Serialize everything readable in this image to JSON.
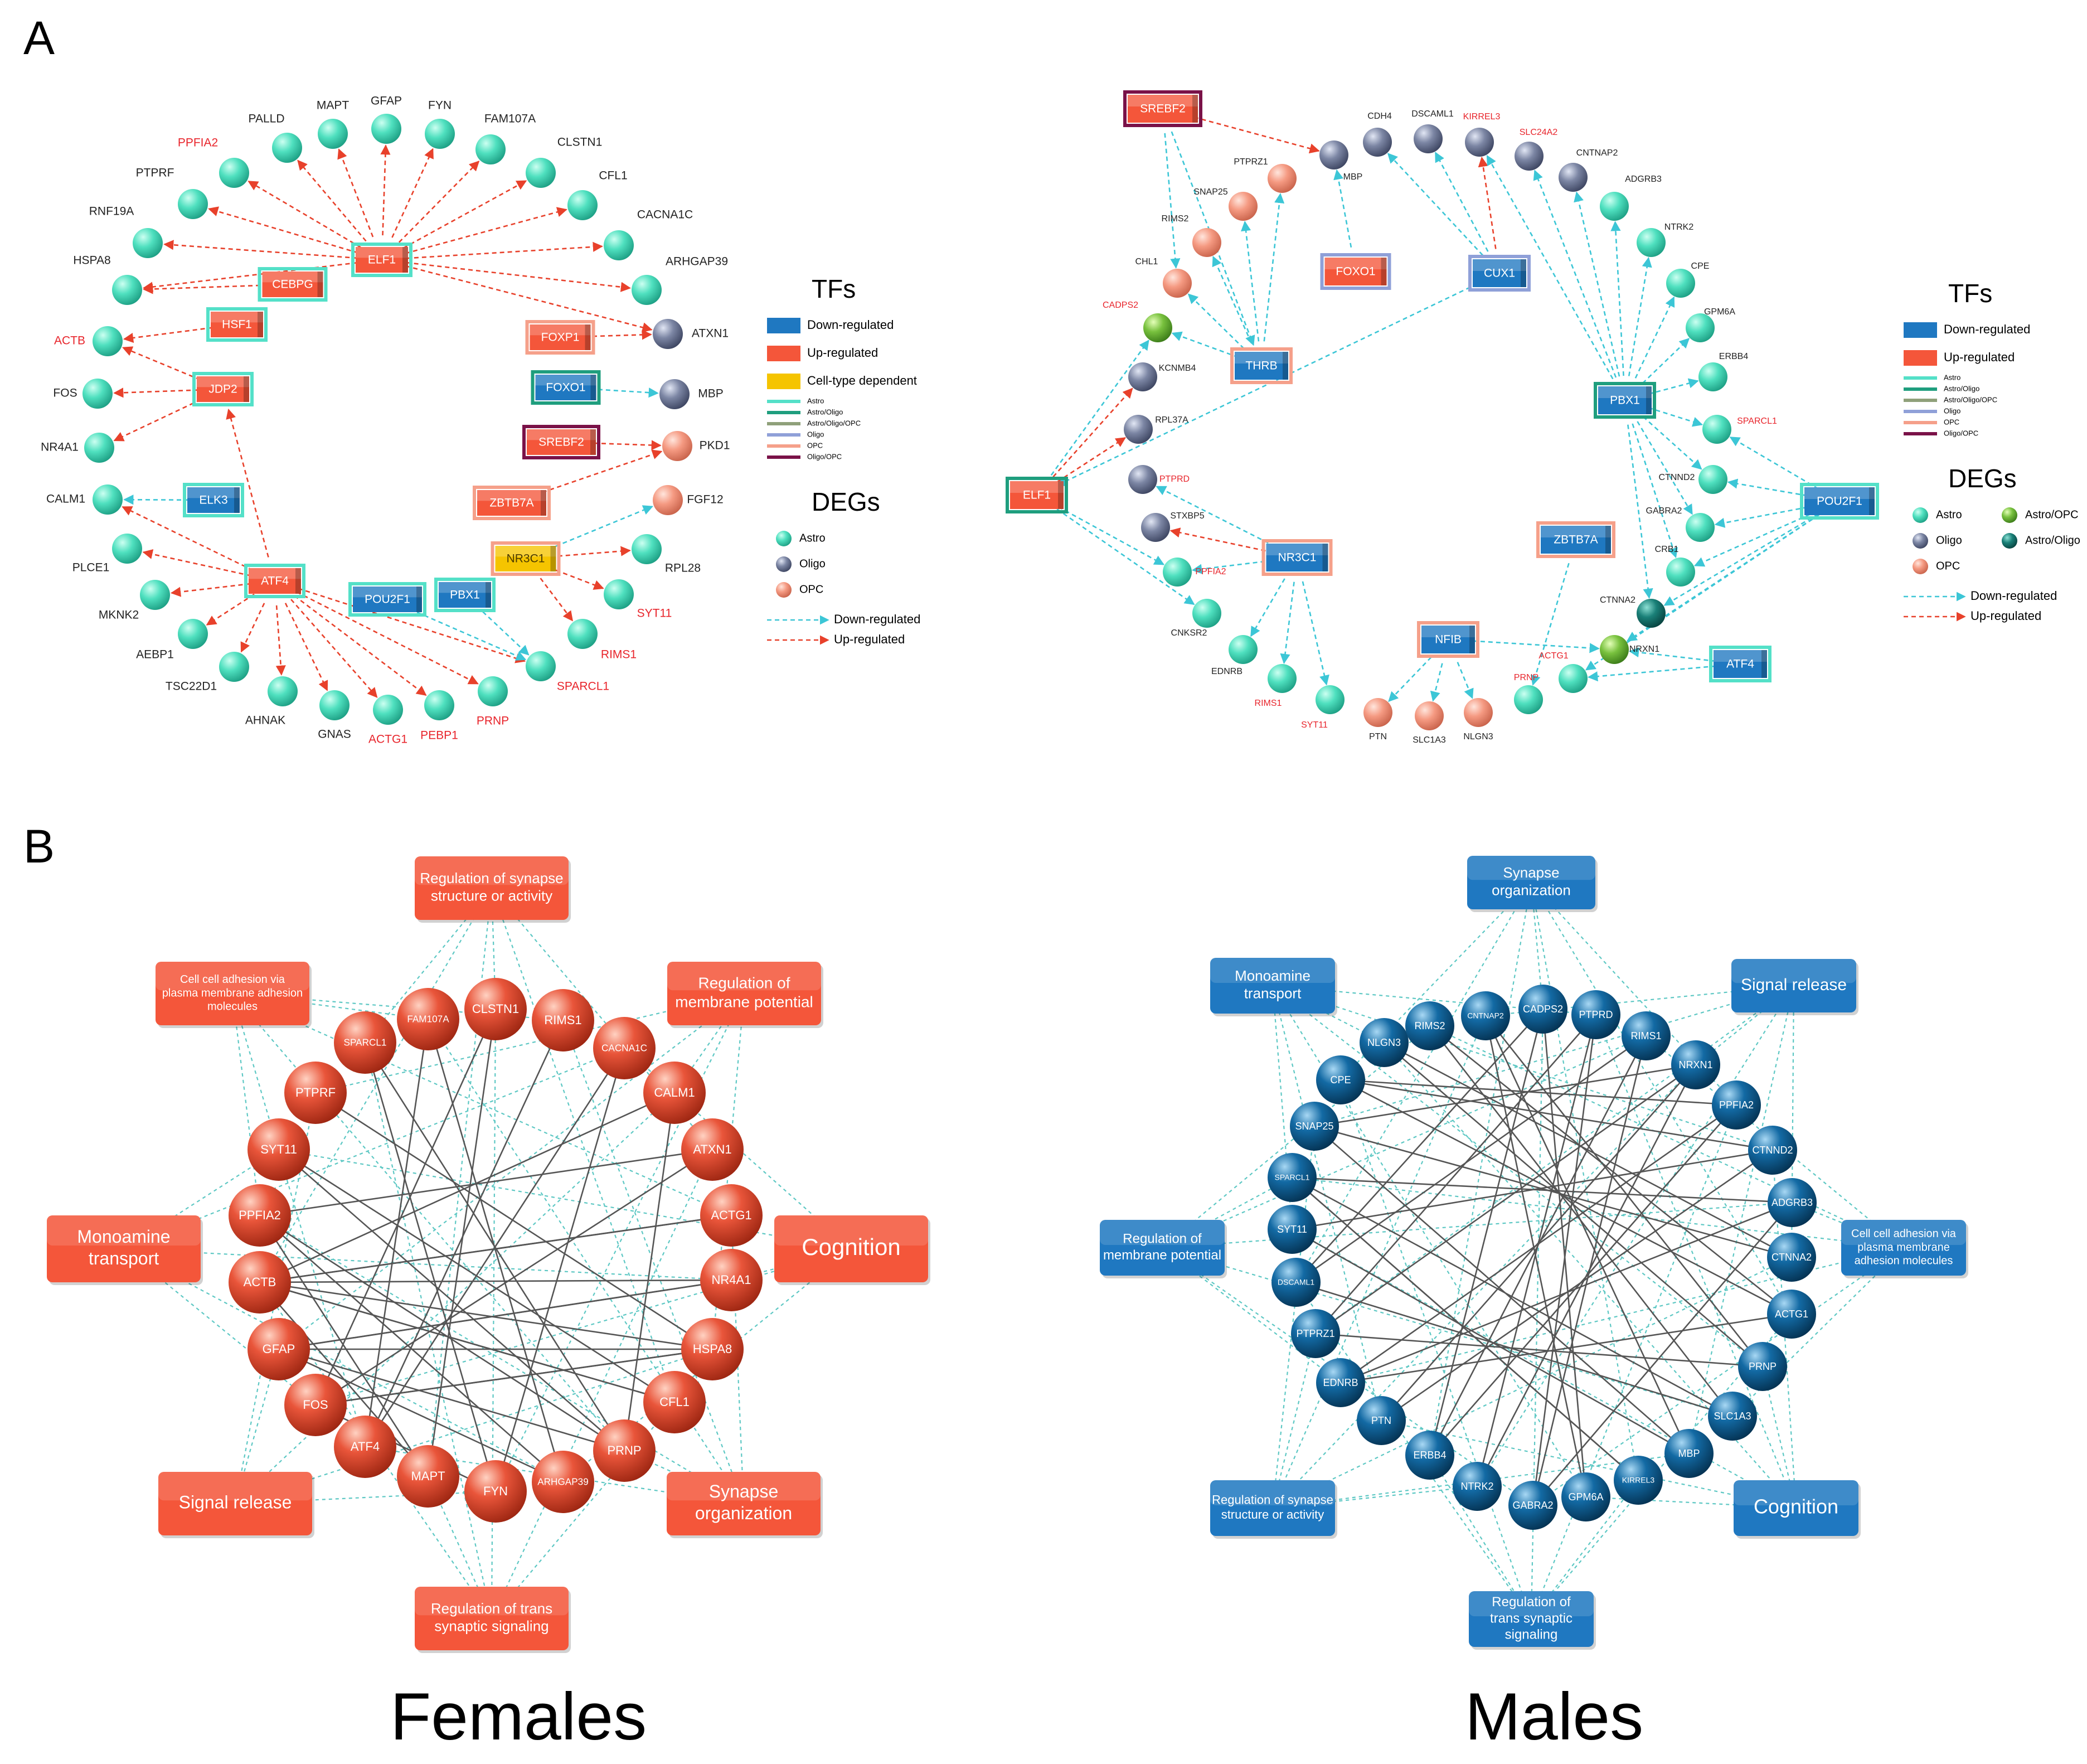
{
  "panel_labels": {
    "a": "A",
    "b": "B"
  },
  "group_labels": {
    "females": "Females",
    "males": "Males"
  },
  "colors": {
    "down": "#1f78c1",
    "up": "#f4563a",
    "celltype": "#f5c400",
    "astro": "#3fd8b4",
    "oligo": "#6a748f",
    "opc": "#f0907a",
    "astro_opc": "#6db23a",
    "astro_oligo": "#146f6a",
    "oligo_opc": "#7a1248",
    "astro_line": "#54e0c8",
    "astro_oligo_line": "#1f9e7e",
    "astro_oligo_opc_line": "#8fa07a",
    "oligo_line": "#8fa0d8",
    "opc_line": "#f5a08a",
    "red_text": "#e8242b",
    "female_node": "#e0442b",
    "male_node": "#0a5a8e",
    "link_dashed": "#5ec8c4",
    "link_solid": "#555555"
  },
  "legend": {
    "tfs_title": "TFs",
    "degs_title": "DEGs",
    "down": "Down-regulated",
    "up": "Up-regulated",
    "celltype": "Cell-type dependent",
    "astro": "Astro",
    "astro_oligo": "Astro/Oligo",
    "astro_oligo_opc": "Astro/Oligo/OPC",
    "oligo": "Oligo",
    "opc": "OPC",
    "oligo_opc": "Oligo/OPC",
    "astro_opc": "Astro/OPC",
    "edge_down": "Down-regulated",
    "edge_up": "Up-regulated"
  },
  "a_female": {
    "tfs": [
      {
        "label": "ELF1",
        "dir": "up",
        "border": "astro"
      },
      {
        "label": "CEBPG",
        "dir": "up",
        "border": "astro"
      },
      {
        "label": "HSF1",
        "dir": "up",
        "border": "astro"
      },
      {
        "label": "JDP2",
        "dir": "up",
        "border": "astro"
      },
      {
        "label": "ELK3",
        "dir": "down",
        "border": "astro"
      },
      {
        "label": "ATF4",
        "dir": "up",
        "border": "astro"
      },
      {
        "label": "POU2F1",
        "dir": "down",
        "border": "astro"
      },
      {
        "label": "PBX1",
        "dir": "down",
        "border": "astro"
      },
      {
        "label": "FOXP1",
        "dir": "up",
        "border": "opc"
      },
      {
        "label": "FOXO1",
        "dir": "down",
        "border": "astro_oligo"
      },
      {
        "label": "SREBF2",
        "dir": "up",
        "border": "oligo_opc"
      },
      {
        "label": "ZBTB7A",
        "dir": "up",
        "border": "opc"
      },
      {
        "label": "NR3C1",
        "dir": "celltype",
        "border": "opc"
      }
    ],
    "genes": [
      {
        "label": "PALLD",
        "type": "astro",
        "red": false
      },
      {
        "label": "MAPT",
        "type": "astro",
        "red": false
      },
      {
        "label": "GFAP",
        "type": "astro",
        "red": false
      },
      {
        "label": "FYN",
        "type": "astro",
        "red": false
      },
      {
        "label": "FAM107A",
        "type": "astro",
        "red": false
      },
      {
        "label": "CLSTN1",
        "type": "astro",
        "red": false
      },
      {
        "label": "CFL1",
        "type": "astro",
        "red": false
      },
      {
        "label": "CACNA1C",
        "type": "astro",
        "red": false
      },
      {
        "label": "ARHGAP39",
        "type": "astro",
        "red": false
      },
      {
        "label": "PPFIA2",
        "type": "astro",
        "red": true
      },
      {
        "label": "PTPRF",
        "type": "astro",
        "red": false
      },
      {
        "label": "RNF19A",
        "type": "astro",
        "red": false
      },
      {
        "label": "HSPA8",
        "type": "astro",
        "red": false
      },
      {
        "label": "ACTB",
        "type": "astro",
        "red": true
      },
      {
        "label": "FOS",
        "type": "astro",
        "red": false
      },
      {
        "label": "NR4A1",
        "type": "astro",
        "red": false
      },
      {
        "label": "CALM1",
        "type": "astro",
        "red": false
      },
      {
        "label": "PLCE1",
        "type": "astro",
        "red": false
      },
      {
        "label": "MKNK2",
        "type": "astro",
        "red": false
      },
      {
        "label": "AEBP1",
        "type": "astro",
        "red": false
      },
      {
        "label": "TSC22D1",
        "type": "astro",
        "red": false
      },
      {
        "label": "AHNAK",
        "type": "astro",
        "red": false
      },
      {
        "label": "GNAS",
        "type": "astro",
        "red": false
      },
      {
        "label": "ACTG1",
        "type": "astro",
        "red": true
      },
      {
        "label": "PEBP1",
        "type": "astro",
        "red": true
      },
      {
        "label": "PRNP",
        "type": "astro",
        "red": true
      },
      {
        "label": "SPARCL1",
        "type": "astro",
        "red": true
      },
      {
        "label": "RIMS1",
        "type": "astro",
        "red": true
      },
      {
        "label": "SYT11",
        "type": "astro",
        "red": true
      },
      {
        "label": "RPL28",
        "type": "astro",
        "red": false
      },
      {
        "label": "FGF12",
        "type": "opc",
        "red": false
      },
      {
        "label": "PKD1",
        "type": "opc",
        "red": false
      },
      {
        "label": "MBP",
        "type": "oligo",
        "red": false
      },
      {
        "label": "ATXN1",
        "type": "oligo",
        "red": false
      }
    ]
  },
  "a_male": {
    "tfs": [
      {
        "label": "SREBF2",
        "dir": "up",
        "border": "oligo_opc"
      },
      {
        "label": "FOXO1",
        "dir": "up",
        "border": "oligo"
      },
      {
        "label": "CUX1",
        "dir": "down",
        "border": "oligo"
      },
      {
        "label": "THRB",
        "dir": "down",
        "border": "opc"
      },
      {
        "label": "PBX1",
        "dir": "down",
        "border": "astro_oligo"
      },
      {
        "label": "ELF1",
        "dir": "up",
        "border": "astro_oligo"
      },
      {
        "label": "NR3C1",
        "dir": "down",
        "border": "opc"
      },
      {
        "label": "ZBTB7A",
        "dir": "down",
        "border": "opc"
      },
      {
        "label": "POU2F1",
        "dir": "down",
        "border": "astro"
      },
      {
        "label": "NFIB",
        "dir": "down",
        "border": "opc"
      },
      {
        "label": "ATF4",
        "dir": "down",
        "border": "astro"
      }
    ],
    "genes": [
      {
        "label": "CDH4",
        "type": "oligo",
        "red": false
      },
      {
        "label": "DSCAML1",
        "type": "oligo",
        "red": false
      },
      {
        "label": "KIRREL3",
        "type": "oligo",
        "red": true
      },
      {
        "label": "SLC24A2",
        "type": "oligo",
        "red": true
      },
      {
        "label": "CNTNAP2",
        "type": "oligo",
        "red": false
      },
      {
        "label": "MBP",
        "type": "oligo",
        "red": false
      },
      {
        "label": "PTPRZ1",
        "type": "opc",
        "red": false
      },
      {
        "label": "SNAP25",
        "type": "opc",
        "red": false
      },
      {
        "label": "RIMS2",
        "type": "opc",
        "red": false
      },
      {
        "label": "CHL1",
        "type": "opc",
        "red": false
      },
      {
        "label": "CADPS2",
        "type": "astro_opc",
        "red": true
      },
      {
        "label": "KCNMB4",
        "type": "oligo",
        "red": false
      },
      {
        "label": "RPL37A",
        "type": "oligo",
        "red": false
      },
      {
        "label": "PTPRD",
        "type": "oligo",
        "red": true
      },
      {
        "label": "STXBP5",
        "type": "oligo",
        "red": false
      },
      {
        "label": "PPFIA2",
        "type": "astro",
        "red": true
      },
      {
        "label": "CNKSR2",
        "type": "astro",
        "red": false
      },
      {
        "label": "EDNRB",
        "type": "astro",
        "red": false
      },
      {
        "label": "RIMS1",
        "type": "astro",
        "red": true
      },
      {
        "label": "SYT11",
        "type": "astro",
        "red": true
      },
      {
        "label": "PTN",
        "type": "opc",
        "red": false
      },
      {
        "label": "SLC1A3",
        "type": "opc",
        "red": false
      },
      {
        "label": "NLGN3",
        "type": "opc",
        "red": false
      },
      {
        "label": "PRNP",
        "type": "astro",
        "red": true
      },
      {
        "label": "ACTG1",
        "type": "astro",
        "red": true
      },
      {
        "label": "NRXN1",
        "type": "astro_opc",
        "red": false
      },
      {
        "label": "CTNNA2",
        "type": "astro_oligo",
        "red": false
      },
      {
        "label": "CRB1",
        "type": "astro",
        "red": false
      },
      {
        "label": "GABRA2",
        "type": "astro",
        "red": false
      },
      {
        "label": "CTNND2",
        "type": "astro",
        "red": false
      },
      {
        "label": "SPARCL1",
        "type": "astro",
        "red": true
      },
      {
        "label": "ERBB4",
        "type": "astro",
        "red": false
      },
      {
        "label": "GPM6A",
        "type": "astro",
        "red": false
      },
      {
        "label": "CPE",
        "type": "astro",
        "red": false
      },
      {
        "label": "NTRK2",
        "type": "astro",
        "red": false
      },
      {
        "label": "ADGRB3",
        "type": "astro",
        "red": false
      }
    ]
  },
  "b_female": {
    "terms": [
      "Regulation of synapse structure or activity",
      "Regulation of membrane potential",
      "Cognition",
      "Synapse organization",
      "Regulation of trans synaptic signaling",
      "Signal release",
      "Monoamine transport",
      "Cell cell adhesion via plasma membrane adhesion molecules"
    ],
    "genes": [
      "CLSTN1",
      "RIMS1",
      "CACNA1C",
      "CALM1",
      "ATXN1",
      "ACTG1",
      "NR4A1",
      "HSPA8",
      "CFL1",
      "PRNP",
      "ARHGAP39",
      "FYN",
      "MAPT",
      "ATF4",
      "FOS",
      "GFAP",
      "ACTB",
      "PPFIA2",
      "SYT11",
      "PTPRF",
      "SPARCL1",
      "FAM107A"
    ]
  },
  "b_male": {
    "terms": [
      "Synapse organization",
      "Signal release",
      "Cell cell adhesion via plasma membrane adhesion molecules",
      "Cognition",
      "Regulation of trans synaptic signaling",
      "Regulation of synapse structure or activity",
      "Regulation of membrane potential",
      "Monoamine transport"
    ],
    "genes": [
      "CADPS2",
      "PTPRD",
      "RIMS1",
      "NRXN1",
      "PPFIA2",
      "CTNND2",
      "ADGRB3",
      "CTNNA2",
      "ACTG1",
      "PRNP",
      "SLC1A3",
      "MBP",
      "KIRREL3",
      "GPM6A",
      "GABRA2",
      "NTRK2",
      "ERBB4",
      "PTN",
      "EDNRB",
      "PTPRZ1",
      "DSCAML1",
      "SYT11",
      "SPARCL1",
      "SNAP25",
      "CPE",
      "NLGN3",
      "RIMS2",
      "CNTNAP2"
    ]
  }
}
